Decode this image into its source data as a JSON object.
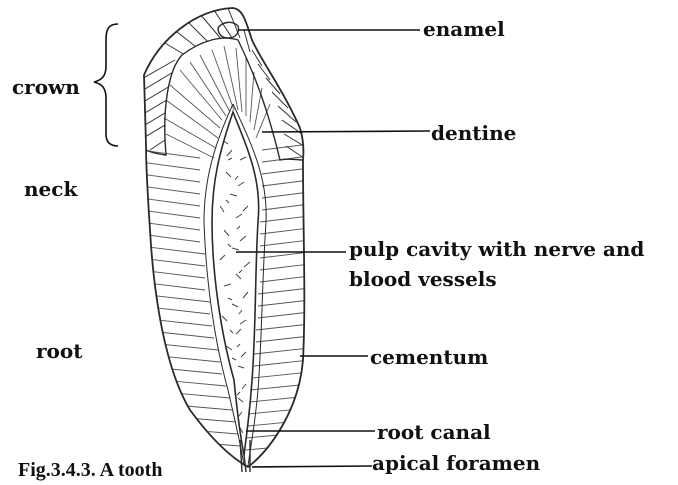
{
  "labels": {
    "crown": "crown",
    "neck": "neck",
    "root": "root",
    "enamel": "enamel",
    "dentine": "dentine",
    "pulp_line1": "pulp cavity with nerve and",
    "pulp_line2": "blood vessels",
    "cementum": "cementum",
    "root_canal": "root canal",
    "apical_foramen": "apical foramen"
  },
  "caption": "Fig.3.4.3. A tooth",
  "colors": {
    "ink": "#111111",
    "outline": "#2a2a2a",
    "hatch": "#555555",
    "background": "#ffffff"
  }
}
